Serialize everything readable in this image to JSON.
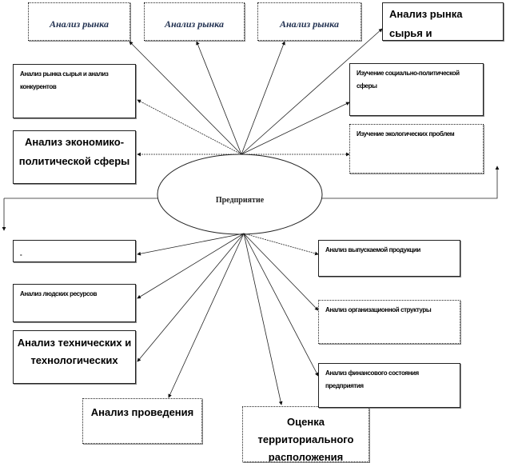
{
  "center": "Предприятие",
  "top_boxes": [
    "Анализ рынка",
    "Анализ рынка",
    "Анализ рынка"
  ],
  "top_right_box": "Анализ рынка сырья и",
  "left_boxes": {
    "raw_market": "Анализ рынка сырья и анализ конкурентов",
    "econ_political": "Анализ экономико-политической сферы",
    "empty": "-",
    "human": "Анализ людских ресурсов",
    "tech": "Анализ технических и технологических"
  },
  "right_boxes": {
    "social": "Изучение социально-политической сферы",
    "eco": "Изучение экологических проблем",
    "products": "Анализ выпускаемой продукции",
    "org": "Анализ организационной структуры",
    "finance": "Анализ финансового состояния предприятия"
  },
  "bottom_boxes": {
    "conduct": "Анализ проведения",
    "territory": "Оценка территориального расположения"
  }
}
